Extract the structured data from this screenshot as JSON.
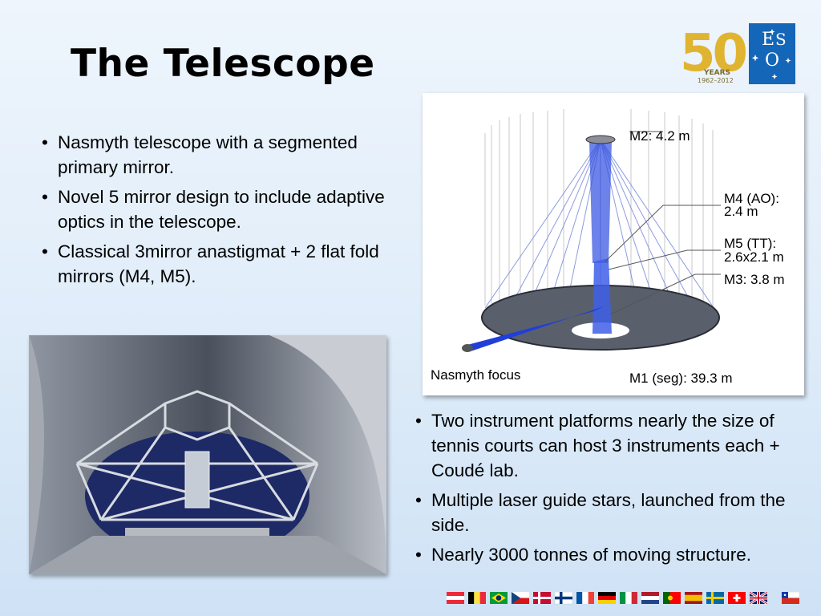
{
  "slide": {
    "title": "The Telescope"
  },
  "logo": {
    "anniversary_number": "50",
    "years_label": "YEARS",
    "years_range": "1962–2012",
    "org_e": "E",
    "org_s": "S",
    "org_o": "O"
  },
  "bullets_left": [
    "Nasmyth telescope with a segmented primary mirror.",
    "Novel 5 mirror design to include adaptive optics in the telescope.",
    "Classical 3mirror anastigmat + 2 flat fold mirrors (M4, M5)."
  ],
  "bullets_right": [
    "Two instrument platforms nearly the size of tennis courts can host 3 instruments each + Coudé lab.",
    "Multiple laser guide stars, launched from the side.",
    "Nearly 3000 tonnes of moving structure."
  ],
  "diagram": {
    "m2": "M2: 4.2 m",
    "m4_line1": "M4 (AO):",
    "m4_line2": "2.4 m",
    "m5_line1": "M5 (TT):",
    "m5_line2": "2.6x2.1 m",
    "m3": "M3: 3.8 m",
    "nasmyth": "Nasmyth focus",
    "m1": "M1 (seg): 39.3 m"
  },
  "flags": [
    "austria",
    "belgium",
    "brazil",
    "czech-republic",
    "denmark",
    "finland",
    "france",
    "germany",
    "italy",
    "netherlands",
    "portugal",
    "spain",
    "sweden",
    "switzerland",
    "united-kingdom",
    "chile"
  ],
  "colors": {
    "beam_blue": "#1f3fd8",
    "logo_gold": "#e0b430",
    "eso_blue": "#1466b8"
  }
}
